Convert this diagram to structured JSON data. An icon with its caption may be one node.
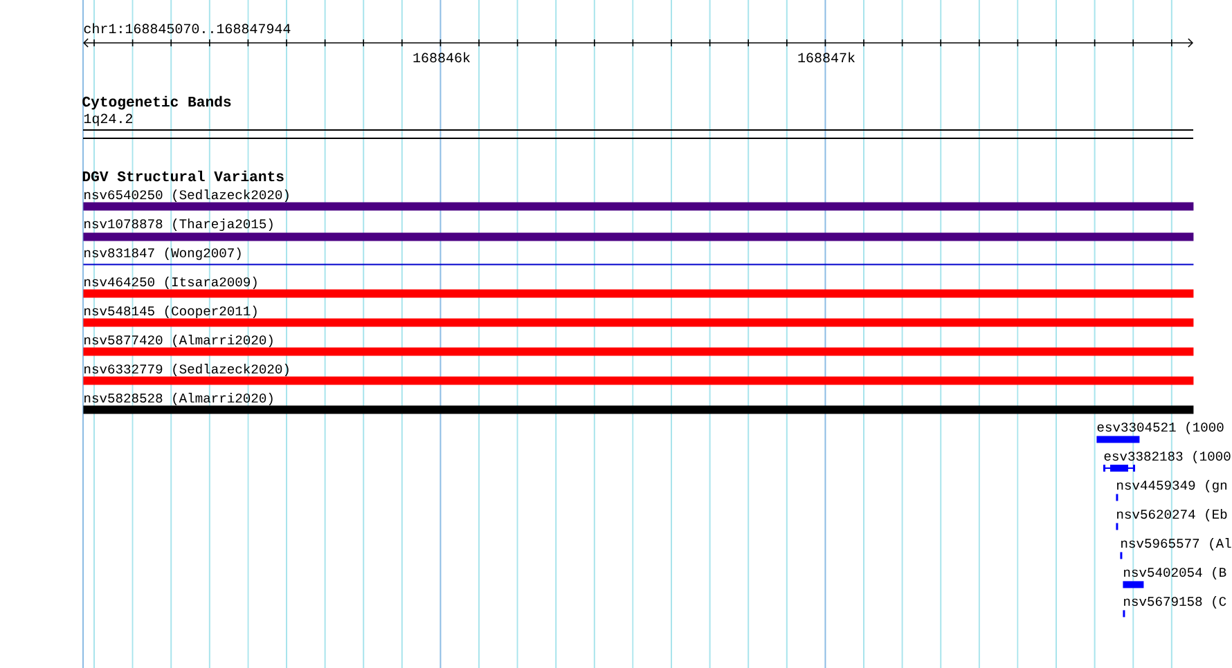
{
  "diagram": {
    "nodes": [
      {
        "text": [],
        "shape": "bar",
        "beside": [
          "nsv6540250 (Sedlazeck2020)"
        ]
      },
      {
        "text": [],
        "shape": "bar",
        "beside": [
          "nsv1078878 (Thareja2015)"
        ]
      },
      {
        "text": [],
        "shape": "bar",
        "beside": [
          "nsv831847 (Wong2007)"
        ]
      },
      {
        "text": [],
        "shape": "bar",
        "beside": [
          "nsv464250 (Itsara2009)"
        ]
      },
      {
        "text": [],
        "shape": "bar",
        "beside": [
          "nsv548145 (Cooper2011)"
        ]
      },
      {
        "text": [],
        "shape": "bar",
        "beside": [
          "nsv5877420 (Almarri2020)"
        ]
      },
      {
        "text": [],
        "shape": "bar",
        "beside": [
          "nsv6332779 (Sedlazeck2020)"
        ]
      },
      {
        "text": [],
        "shape": "bar",
        "beside": [
          "nsv5828528 (Almarri2020)"
        ]
      },
      {
        "text": [],
        "shape": "bar",
        "beside": [
          "esv3304521 (1000"
        ]
      },
      {
        "text": [],
        "shape": "bar",
        "beside": [
          "esv3382183 (1000"
        ]
      },
      {
        "text": [],
        "shape": "bar",
        "beside": [
          "nsv4459349 (gn"
        ]
      },
      {
        "text": [],
        "shape": "bar",
        "beside": [
          "nsv5620274 (Eb"
        ]
      },
      {
        "text": [],
        "shape": "bar",
        "beside": [
          "nsv5965577 (Al"
        ]
      },
      {
        "text": [],
        "shape": "bar",
        "beside": [
          "nsv5402054 (B"
        ]
      },
      {
        "text": [],
        "shape": "bar",
        "beside": [
          "nsv5679158 (C"
        ]
      }
    ],
    "labels": [
      "chr1:168845070..168847944",
      "168846k",
      "168847k",
      "Cytogenetic Bands",
      "1q24.2",
      "DGV Structural Variants"
    ]
  }
}
